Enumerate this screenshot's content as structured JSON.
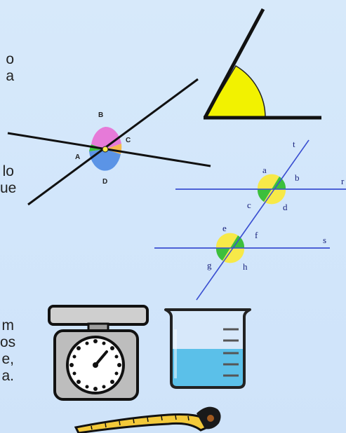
{
  "text_fragments": {
    "line1": "o",
    "line2": "a",
    "line3": "lo",
    "line4": "ue",
    "line5": "m",
    "line6": "os",
    "line7": "e,",
    "line8": "a."
  },
  "intersecting_lines_labels": {
    "a": "A",
    "b": "B",
    "c": "C",
    "d": "D"
  },
  "transversal_labels": {
    "t": "t",
    "r": "r",
    "s": "s",
    "a": "a",
    "b": "b",
    "c": "c",
    "d": "d",
    "e": "e",
    "f": "f",
    "g": "g",
    "h": "h"
  },
  "colors": {
    "angle_fill": "#f2f200",
    "pink": "#e67ad8",
    "blue": "#5b94e6",
    "green": "#3cbf3c",
    "orange": "#f5b94d",
    "yellow": "#f7e948",
    "line": "#111111",
    "blue_line": "#3a4fd1",
    "water": "#3fb6e6"
  },
  "icons": [
    "angle-icon",
    "intersecting-lines-icon",
    "parallel-lines-transversal-icon",
    "scale-icon",
    "beaker-icon",
    "measuring-tape-icon"
  ]
}
